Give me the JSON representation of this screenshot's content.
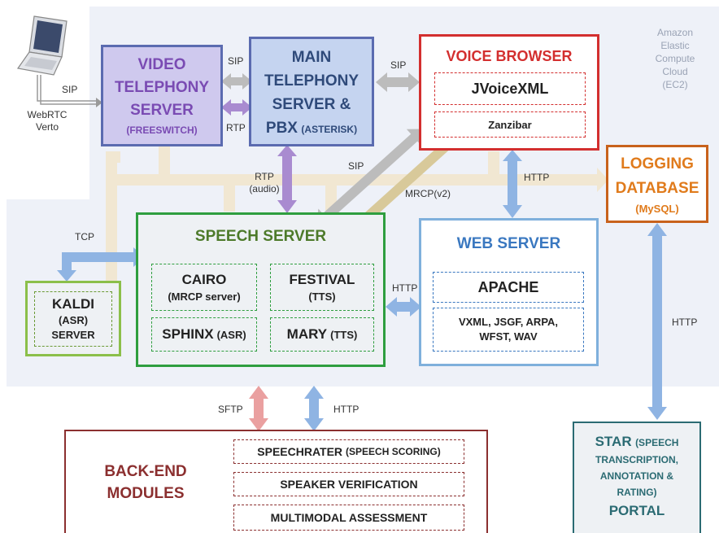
{
  "colors": {
    "ec2_bg": "#eef1f8",
    "video": "#7a4bb3",
    "main": "#2f5597",
    "voice": "#d32f2f",
    "logging": "#e07b1c",
    "speech": "#2e9e3f",
    "web": "#4a90c8",
    "kaldi": "#8bbf4a",
    "backend": "#8b2f2f",
    "star": "#2b6b73",
    "arrow_gray": "#b5b5b5",
    "arrow_blue": "#8fb4e3",
    "arrow_purple": "#a98bd0",
    "arrow_pink": "#eaa0a0",
    "arrow_tan": "#d8c99a",
    "bus_tan": "#f1e7d2"
  },
  "ec2_label": [
    "Amazon",
    "Elastic",
    "Compute",
    "Cloud",
    "(EC2)"
  ],
  "laptop": {
    "icon": "laptop-icon",
    "sip": "SIP",
    "webrtc": "WebRTC",
    "verto": "Verto"
  },
  "video_server": {
    "lines": [
      "VIDEO",
      "TELEPHONY",
      "SERVER"
    ],
    "sub": "(FREESWITCH)"
  },
  "main_server": {
    "lines": [
      "MAIN",
      "TELEPHONY",
      "SERVER &"
    ],
    "pbx": "PBX",
    "sub": "(ASTERISK)"
  },
  "voice_browser": {
    "title": "VOICE BROWSER",
    "jvoicexml": "JVoiceXML",
    "zanzibar": "Zanzibar"
  },
  "logging_db": {
    "lines": [
      "LOGGING",
      "DATABASE"
    ],
    "sub": "(MySQL)"
  },
  "speech_server": {
    "title": "SPEECH SERVER",
    "cairo": "CAIRO",
    "cairo_sub": "(MRCP server)",
    "festival": "FESTIVAL",
    "festival_sub": "(TTS)",
    "sphinx": "SPHINX",
    "sphinx_sub": "(ASR)",
    "mary": "MARY",
    "mary_sub": "(TTS)"
  },
  "web_server": {
    "title": "WEB SERVER",
    "apache": "APACHE",
    "formats": [
      "VXML, JSGF, ARPA,",
      "WFST, WAV"
    ]
  },
  "kaldi": {
    "lines": [
      "KALDI",
      "(ASR)",
      "SERVER"
    ]
  },
  "backend": {
    "lines": [
      "BACK-END",
      "MODULES"
    ],
    "speechrater": "SPEECHRATER",
    "speechrater_sub": "(SPEECH SCORING)",
    "speaker_verification": "SPEAKER VERIFICATION",
    "multimodal": "MULTIMODAL ASSESSMENT"
  },
  "star": {
    "star": "STAR",
    "paren": "(SPEECH",
    "lines": [
      "TRANSCRIPTION,",
      "ANNOTATION &",
      "RATING)"
    ],
    "portal": "PORTAL"
  },
  "connections": {
    "sip_top": "SIP",
    "rtp_mid": "RTP",
    "sip_vb": "SIP",
    "rtp_audio_1": "RTP",
    "rtp_audio_2": "(audio)",
    "sip_diag": "SIP",
    "mrcp": "MRCP(v2)",
    "http_vb_web": "HTTP",
    "tcp": "TCP",
    "http_speech_web": "HTTP",
    "sftp": "SFTP",
    "http_backend": "HTTP",
    "http_star": "HTTP"
  }
}
